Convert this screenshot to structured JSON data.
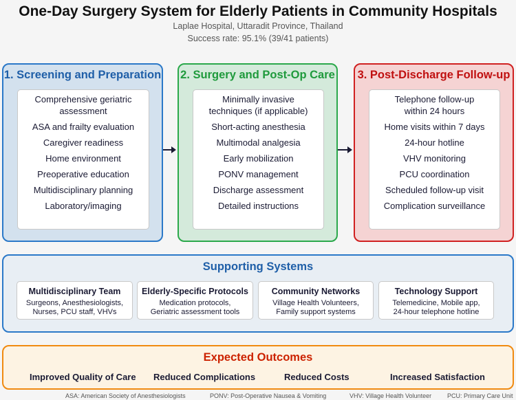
{
  "header": {
    "title": "One-Day Surgery System for Elderly Patients in Community Hospitals",
    "location": "Laplae Hospital, Uttaradit Province, Thailand",
    "success_rate": "Success rate: 95.1% (39/41 patients)"
  },
  "colors": {
    "stage1": "#2a78c8",
    "stage2": "#2aa84a",
    "stage3": "#d02020",
    "support": "#2a78c8",
    "outcomes": "#f08a10"
  },
  "stages": [
    {
      "title": "1. Screening and Preparation",
      "items": [
        "Comprehensive geriatric assessment",
        "ASA and frailty evaluation",
        "Caregiver readiness",
        "Home environment",
        "Preoperative education",
        "Multidisciplinary planning",
        "Laboratory/imaging"
      ]
    },
    {
      "title": "2. Surgery and Post-Op Care",
      "items": [
        "Minimally invasive techniques (if applicable)",
        "Short-acting anesthesia",
        "Multimodal analgesia",
        "Early mobilization",
        "PONV management",
        "Discharge assessment",
        "Detailed instructions"
      ]
    },
    {
      "title": "3. Post-Discharge Follow-up",
      "items": [
        "Telephone follow-up within 24 hours",
        "Home visits within 7 days",
        "24-hour hotline",
        "VHV monitoring",
        "PCU coordination",
        "Scheduled follow-up visit",
        "Complication surveillance"
      ]
    }
  ],
  "supporting": {
    "title": "Supporting Systems",
    "boxes": [
      {
        "title": "Multidisciplinary Team",
        "line1": "Surgeons, Anesthesiologists,",
        "line2": "Nurses, PCU staff, VHVs"
      },
      {
        "title": "Elderly-Specific Protocols",
        "line1": "Medication protocols,",
        "line2": "Geriatric assessment tools"
      },
      {
        "title": "Community Networks",
        "line1": "Village Health Volunteers,",
        "line2": "Family support systems"
      },
      {
        "title": "Technology Support",
        "line1": "Telemedicine, Mobile app,",
        "line2": "24-hour telephone hotline"
      }
    ]
  },
  "outcomes": {
    "title": "Expected Outcomes",
    "items": [
      "Improved Quality of Care",
      "Reduced Complications",
      "Reduced Costs",
      "Increased Satisfaction"
    ]
  },
  "footnotes": [
    "ASA: American Society of Anesthesiologists",
    "PONV: Post-Operative Nausea & Vomiting",
    "VHV: Village Health Volunteer",
    "PCU: Primary Care Unit"
  ]
}
